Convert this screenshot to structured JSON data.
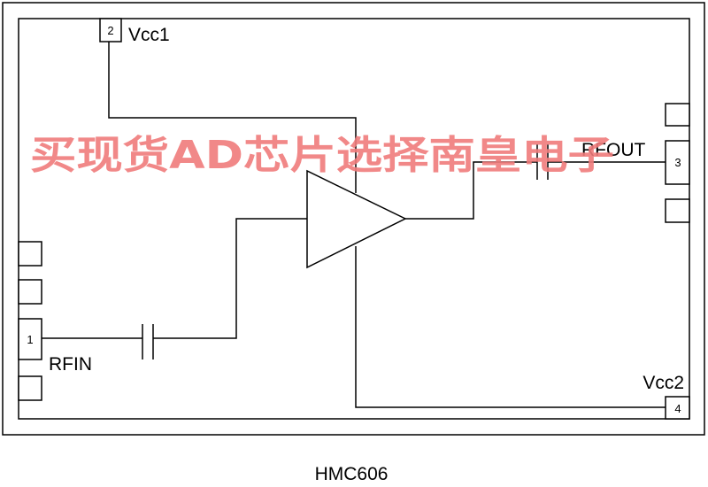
{
  "pins": {
    "p1": "1",
    "p2": "2",
    "p3": "3",
    "p4": "4"
  },
  "labels": {
    "vcc1": "Vcc1",
    "vcc2": "Vcc2",
    "rfin": "RFIN",
    "rfout": "RFOUT",
    "part": "HMC606"
  },
  "watermark": "买现货AD芯片选择南皇电子",
  "colors": {
    "line": "#000000",
    "watermark": "#f07b7b"
  }
}
